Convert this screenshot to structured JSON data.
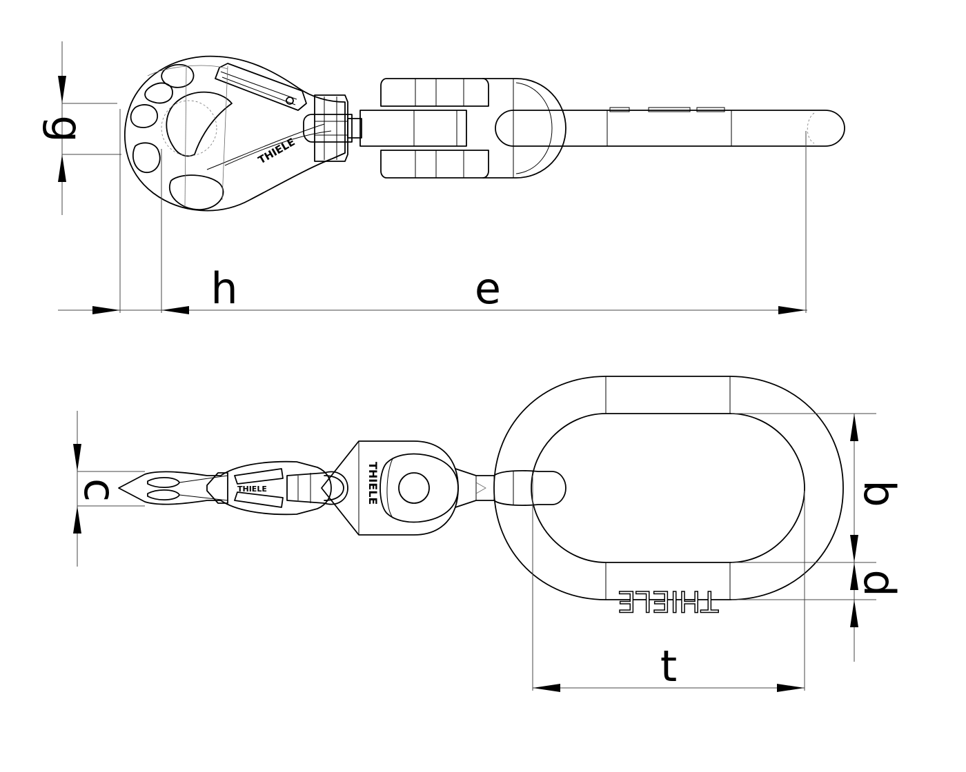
{
  "dimensions": {
    "g": "g",
    "h": "h",
    "e": "e",
    "c": "c",
    "b": "b",
    "d": "d",
    "t": "t"
  },
  "brand": {
    "hook_marking": "THIELE",
    "body_marking": "THIELE",
    "link_marking": "THIELE"
  }
}
